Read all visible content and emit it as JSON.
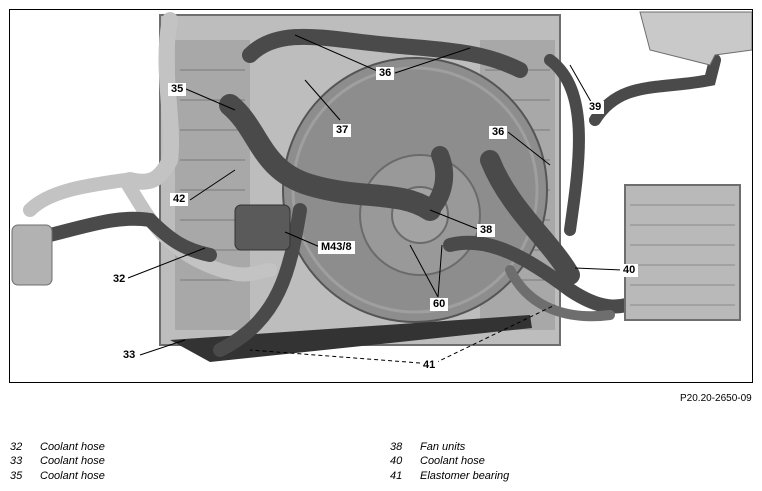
{
  "callouts": [
    {
      "id": "c35",
      "text": "35"
    },
    {
      "id": "c37",
      "text": "37"
    },
    {
      "id": "c36a",
      "text": "36"
    },
    {
      "id": "c36b",
      "text": "36"
    },
    {
      "id": "c39",
      "text": "39"
    },
    {
      "id": "c42",
      "text": "42"
    },
    {
      "id": "c38",
      "text": "38"
    },
    {
      "id": "cM43",
      "text": "M43/8"
    },
    {
      "id": "c32",
      "text": "32"
    },
    {
      "id": "c40",
      "text": "40"
    },
    {
      "id": "c60",
      "text": "60"
    },
    {
      "id": "c33",
      "text": "33"
    },
    {
      "id": "c41",
      "text": "41"
    }
  ],
  "reference_code": "P20.20-2650-09",
  "legend": {
    "left": [
      {
        "num": "32",
        "text": "Coolant hose"
      },
      {
        "num": "33",
        "text": "Coolant hose"
      },
      {
        "num": "35",
        "text": "Coolant hose"
      }
    ],
    "right": [
      {
        "num": "38",
        "text": "Fan units"
      },
      {
        "num": "40",
        "text": "Coolant hose"
      },
      {
        "num": "41",
        "text": "Elastomer bearing"
      }
    ]
  },
  "colors": {
    "frame_border": "#000000",
    "fan_disc": "#8d8d8d",
    "hose": "#4a4a4a",
    "radiator": "#b9b9b9",
    "label_bg": "#ffffff"
  }
}
